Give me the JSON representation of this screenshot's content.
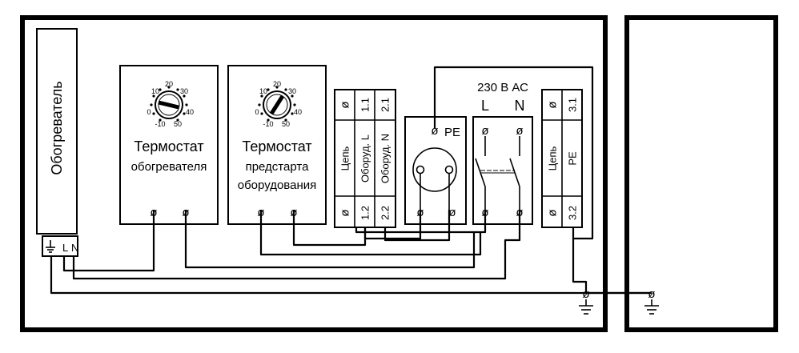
{
  "heater": {
    "label": "Обогреватель",
    "term_l": "L",
    "term_n": "N"
  },
  "thermostat_heater": {
    "line1": "Термостат",
    "line2": "обогревателя",
    "dial": [
      "20",
      "10",
      "30",
      "0",
      "40",
      "-10",
      "50"
    ]
  },
  "thermostat_prestart": {
    "line1": "Термостат",
    "line2": "предстарта",
    "line3": "оборудования",
    "dial": [
      "20",
      "10",
      "30",
      "0",
      "40",
      "-10",
      "50"
    ]
  },
  "relay_block": {
    "circuit": "Цепь",
    "equip_l": "Оборуд. L",
    "equip_n": "Оборуд. N",
    "t11": "1.1",
    "t21": "2.1",
    "t12": "1.2",
    "t22": "2.2"
  },
  "socket": {
    "pe": "PE"
  },
  "power": {
    "supply": "230 В АС",
    "l": "L",
    "n": "N"
  },
  "pe_block": {
    "circuit": "Цепь",
    "pe": "PE",
    "t31": "3.1",
    "t32": "3.2"
  },
  "symbols": {
    "terminal": "ø"
  }
}
